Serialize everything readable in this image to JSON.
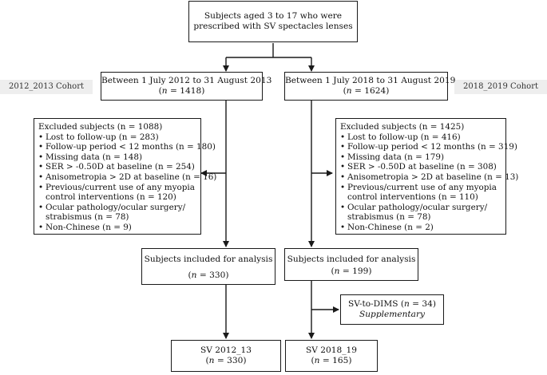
{
  "top": {
    "line1": "Subjects aged 3 to 17 who were",
    "line2": "prescribed with SV spectacles lenses"
  },
  "cohorts": {
    "left_tag": "2012_2013 Cohort",
    "right_tag": "2018_2019 Cohort"
  },
  "left": {
    "period": "Between 1 July 2012 to 31 August 2013",
    "n_label": "n",
    "n_value": " = 1418)",
    "excluded_head": "Excluded subjects (n = 1088)",
    "excluded": [
      "Lost to follow-up (n = 283)",
      "Follow-up period < 12 months (n = 180)",
      "Missing data (n = 148)",
      "SER > -0.50D at baseline (n = 254)",
      "Anisometropia > 2D at baseline (n = 16)",
      "Previous/current use of any myopia",
      "control interventions (n = 120)",
      "Ocular pathology/ocular surgery/",
      "strabismus (n = 78)",
      "Non-Chinese (n = 9)"
    ],
    "included_label": "Subjects included for analysis",
    "included_n": " = 330)",
    "final_label": "SV 2012_13",
    "final_n": " = 330)"
  },
  "right": {
    "period": "Between 1 July 2018 to 31 August 2019",
    "n_label": "n",
    "n_value": " = 1624)",
    "excluded_head": "Excluded subjects (n = 1425)",
    "excluded": [
      "Lost to follow-up (n = 416)",
      "Follow-up period < 12 months (n = 319)",
      "Missing data (n = 179)",
      "SER > -0.50D at baseline (n = 308)",
      "Anisometropia > 2D at baseline (n = 13)",
      "Previous/current use of any myopia",
      "control interventions (n = 110)",
      "Ocular pathology/ocular surgery/",
      "strabismus (n = 78)",
      "Non-Chinese (n = 2)"
    ],
    "included_label": "Subjects included for analysis",
    "included_n": " = 199)",
    "side_label": "SV-to-DIMS (",
    "side_n": " = 34)",
    "side_note": "Supplementary",
    "final_label": "SV 2018_19",
    "final_n": " = 165)"
  }
}
